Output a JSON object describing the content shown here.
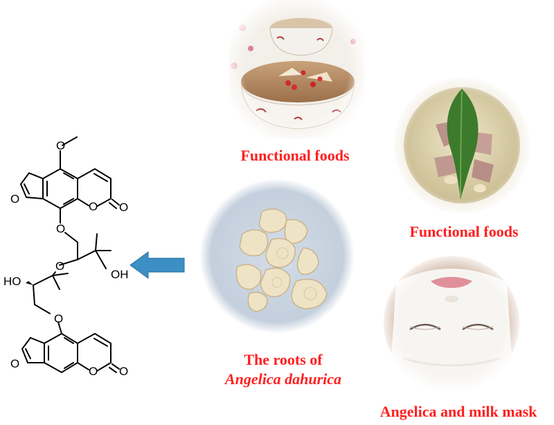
{
  "molecule": {
    "atom_labels": {
      "o_methoxy": "O",
      "o_furan_top": "O",
      "o_lactone_top": "O",
      "o_carbonyl_top": "O",
      "o_ether_top": "O",
      "o_ether_mid": "O",
      "oh_right": "OH",
      "ho_left": "HO",
      "o_ether_bottom": "O",
      "o_furan_bottom": "O",
      "o_lactone_bottom": "O",
      "o_carbonyl_bottom": "O"
    }
  },
  "arrow": {
    "color": "#3b8fc4",
    "direction": "left"
  },
  "captions": {
    "functional_foods_1": "Functional foods",
    "functional_foods_2": "Functional foods",
    "roots_line1": "The roots of",
    "roots_line2": "Angelica dahurica",
    "mask": "Angelica and milk mask"
  },
  "colors": {
    "caption": "#ff2020",
    "arrow": "#3b8fc4"
  }
}
